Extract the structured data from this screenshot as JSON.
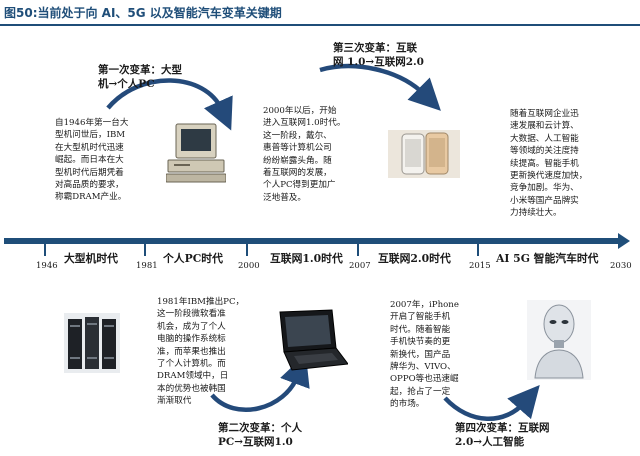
{
  "title": "图50:当前处于向 AI、5G 以及智能汽车变革关键期",
  "changes": [
    {
      "label": "第一次变革：大型\n机→个人PC"
    },
    {
      "label": "第二次变革：个人\nPC→互联网1.0"
    },
    {
      "label": "第三次变革：互联\n网 1.0→互联网2.0"
    },
    {
      "label": "第四次变革：互联网\n2.0→人工智能"
    }
  ],
  "descriptions": [
    {
      "text": "自1946年第一台大\n型机问世后，IBM\n在大型机时代迅速\n崛起。而日本在大\n型机时代后期凭着\n对高品质的要求，\n称霸DRAM产业。"
    },
    {
      "text": "1981年IBM推出PC，\n这一阶段微软看准\n机会，成为了个人\n电脑的操作系统标\n准，而苹果也推出\n了个人计算机。而\nDRAM领域中，日\n本的优势也被韩国\n渐渐取代"
    },
    {
      "text": "2000年以后，开始\n进入互联网1.0时代。\n这一阶段，戴尔、\n惠普等计算机公司\n纷纷崭露头角。随\n着互联网的发展，\n个人PC得到更加广\n泛地普及。"
    },
    {
      "text": "2007年，iPhone\n开启了智能手机\n时代。随着智能\n手机快节奏的更\n新换代，国产品\n牌华为、VIVO、\nOPPO等也迅速崛\n起，抢占了一定\n的市场。"
    },
    {
      "text": "随着互联网企业迅\n速发展和云计算、\n大数据、人工智能\n等领域的关注度持\n续提高。智能手机\n更新换代速度加快，\n竞争加剧。华为、\n小米等国产品牌实\n力持续壮大。"
    }
  ],
  "timeline": {
    "years": [
      "1946",
      "1981",
      "2000",
      "2007",
      "2015",
      "2030"
    ],
    "eras": [
      "大型机时代",
      "个人PC时代",
      "互联网1.0时代",
      "互联网2.0时代",
      "AI 5G 智能汽车时代"
    ]
  },
  "colors": {
    "title": "#1f4e79",
    "timeline": "#1f4e79",
    "arrow": "#244a7a",
    "text": "#1a1a1a"
  },
  "icons": [
    "mainframe-computer",
    "desktop-pc",
    "laptop",
    "iphone",
    "ai-robot"
  ]
}
